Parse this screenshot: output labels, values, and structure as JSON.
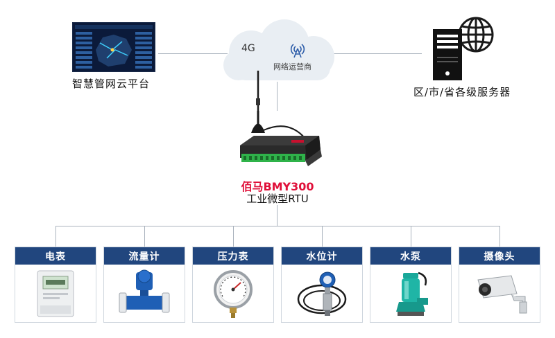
{
  "top": {
    "platform_label": "智慧管网云平台",
    "server_label": "区/市/省各级服务器",
    "cloud_4g": "4G",
    "cloud_operator": "网络运营商"
  },
  "device": {
    "brand": "佰马BMY300",
    "model": "工业微型RTU"
  },
  "cards": [
    {
      "label": "电表",
      "icon": "electric-meter-icon"
    },
    {
      "label": "流量计",
      "icon": "flow-meter-icon"
    },
    {
      "label": "压力表",
      "icon": "pressure-gauge-icon"
    },
    {
      "label": "水位计",
      "icon": "water-level-sensor-icon"
    },
    {
      "label": "水泵",
      "icon": "water-pump-icon"
    },
    {
      "label": "摄像头",
      "icon": "camera-icon"
    }
  ],
  "colors": {
    "card_header": "#21467e",
    "brand_red": "#e0103a",
    "connector": "#a9b2bd",
    "cloud": "#e9eef3"
  }
}
